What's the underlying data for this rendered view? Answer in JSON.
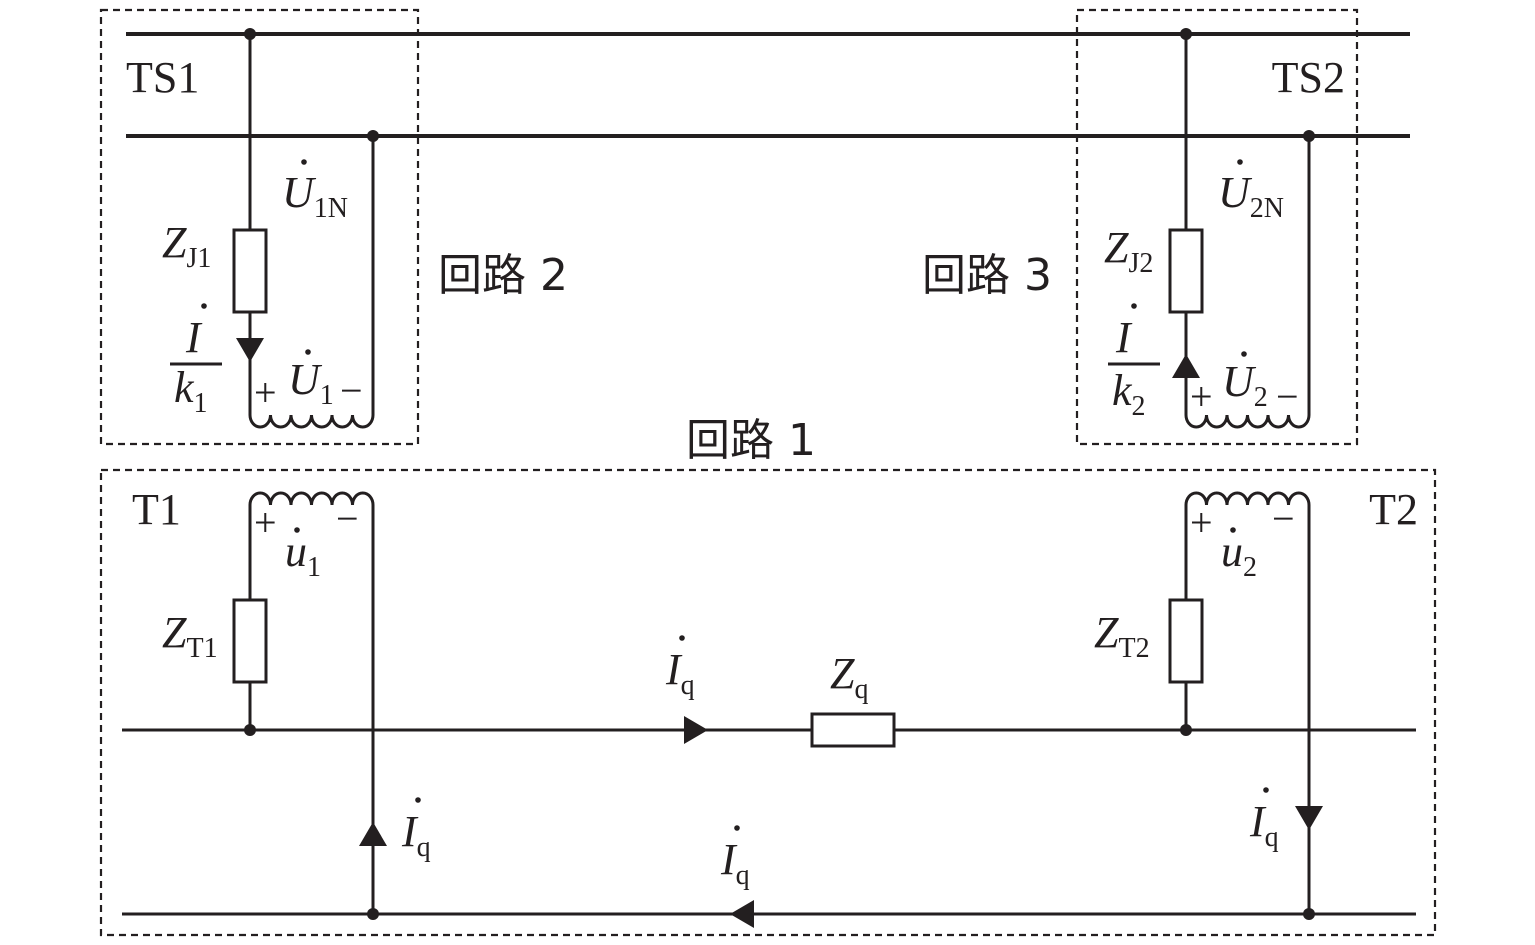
{
  "labels": {
    "ts1": "TS1",
    "ts2": "TS2",
    "t1": "T1",
    "t2": "T2",
    "loop1": "回路 1",
    "loop2": "回路 2",
    "loop3": "回路 3",
    "zj1_main": "Z",
    "zj1_sub": "J1",
    "zj2_main": "Z",
    "zj2_sub": "J2",
    "zt1_main": "Z",
    "zt1_sub": "T1",
    "zt2_main": "Z",
    "zt2_sub": "T2",
    "zq_main": "Z",
    "zq_sub": "q",
    "u1n_main": "U",
    "u1n_sub": "1N",
    "u2n_main": "U",
    "u2n_sub": "2N",
    "u1_main": "U",
    "u1_sub": "1",
    "u2_main": "U",
    "u2_sub": "2",
    "lu1_main": "u",
    "lu1_sub": "1",
    "lu2_main": "u",
    "lu2_sub": "2",
    "frac1_num": "I",
    "frac1_den": "k",
    "frac1_den_sub": "1",
    "frac2_num": "I",
    "frac2_den": "k",
    "frac2_den_sub": "2",
    "iq_main": "I",
    "iq_sub": "q",
    "plus": "+",
    "minus": "−"
  }
}
